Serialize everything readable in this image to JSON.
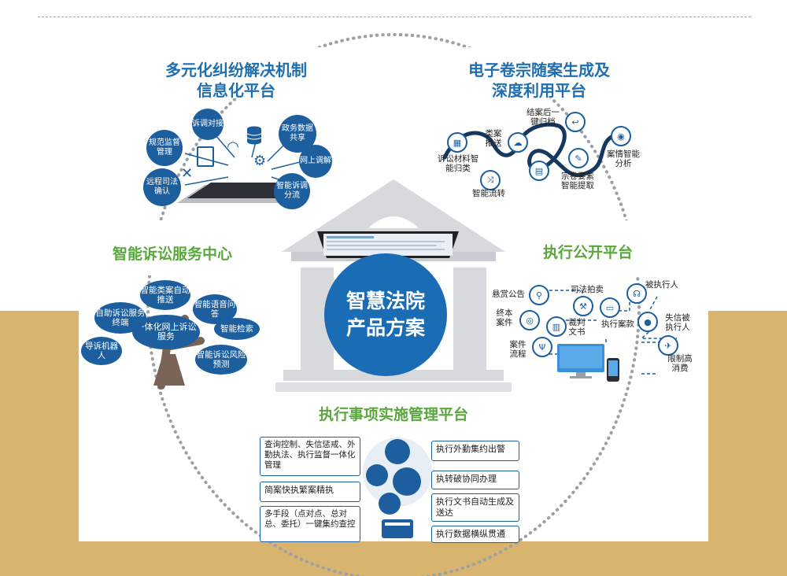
{
  "colors": {
    "brand_blue": "#1d5f9e",
    "title_blue": "#1f6fb0",
    "title_green": "#5aa83d",
    "gold": "#d8b46f",
    "court_gray": "#d7d9dc"
  },
  "center": {
    "line1": "智慧法院",
    "line2": "产品方案"
  },
  "top_left": {
    "title1": "多元化纠纷解决机制",
    "title2": "信息化平台",
    "items": [
      "规范监督管理",
      "诉调对接",
      "政务数据共享",
      "网上调解",
      "远程司法确认",
      "智能诉调分流"
    ]
  },
  "top_right": {
    "title1": "电子卷宗随案生成及",
    "title2": "深度利用平台",
    "items": [
      "诉讼材料智能归类",
      "类案推送",
      "结案后一键归档",
      "智能流转",
      "宗卷要素智能提取",
      "案情智能分析"
    ]
  },
  "left": {
    "title": "智能诉讼服务中心",
    "center_node": "一体化网上诉讼服务",
    "items": [
      "智能类案自动推送",
      "自助诉讼服务终端",
      "智能语音问答",
      "智能检索",
      "导诉机器人",
      "智能诉讼风险预测"
    ]
  },
  "right": {
    "title": "执行公开平台",
    "items": [
      "悬赏公告",
      "司法拍卖",
      "被执行人",
      "终本案件",
      "裁判文书",
      "执行案款",
      "失信被执行人",
      "案件流程",
      "限制高消费"
    ]
  },
  "bottom": {
    "title": "执行事项实施管理平台",
    "left_boxes": [
      "查询控制、失信惩戒、外勤执法、执行监督一体化管理",
      "简案快执繁案精执",
      "多手段（点对点、总对总、委托）一键集约查控"
    ],
    "right_boxes": [
      "执行外勤集约出警",
      "执转破协同办理",
      "执行文书自动生成及送达",
      "执行数据横纵贯通"
    ]
  },
  "icons": [
    "wifi-icon",
    "database-icon",
    "gear-icon",
    "tablet-icon",
    "monitor-icon",
    "search-icon",
    "hammer-icon",
    "card-icon",
    "person-icon",
    "airplane-icon",
    "phone-icon",
    "shield-icon",
    "document-icon"
  ]
}
